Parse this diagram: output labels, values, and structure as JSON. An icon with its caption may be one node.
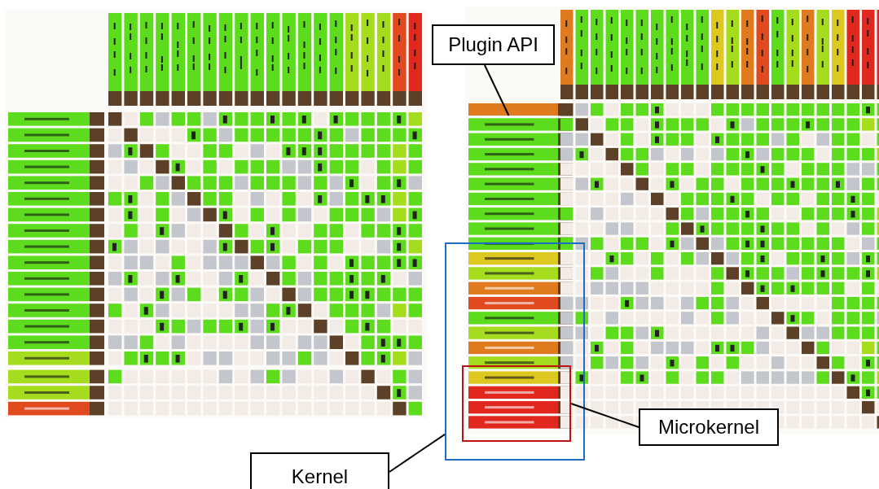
{
  "diagram": {
    "nodes": [
      {
        "text": [
          "Plugin API"
        ]
      },
      {
        "text": [
          "Microkernel"
        ]
      },
      {
        "text": [
          "Kernel"
        ]
      },
      {
        "text": [],
        "shape": "box"
      },
      {
        "text": [],
        "shape": "box",
        "in": 3
      },
      {
        "text": [],
        "shape": "bar"
      }
    ],
    "edges": [
      {
        "from": 0,
        "to": 5,
        "arrow": "none"
      },
      {
        "from": 1,
        "to": 4,
        "arrow": "none"
      },
      {
        "from": 2,
        "to": 3,
        "arrow": "none"
      }
    ]
  }
}
